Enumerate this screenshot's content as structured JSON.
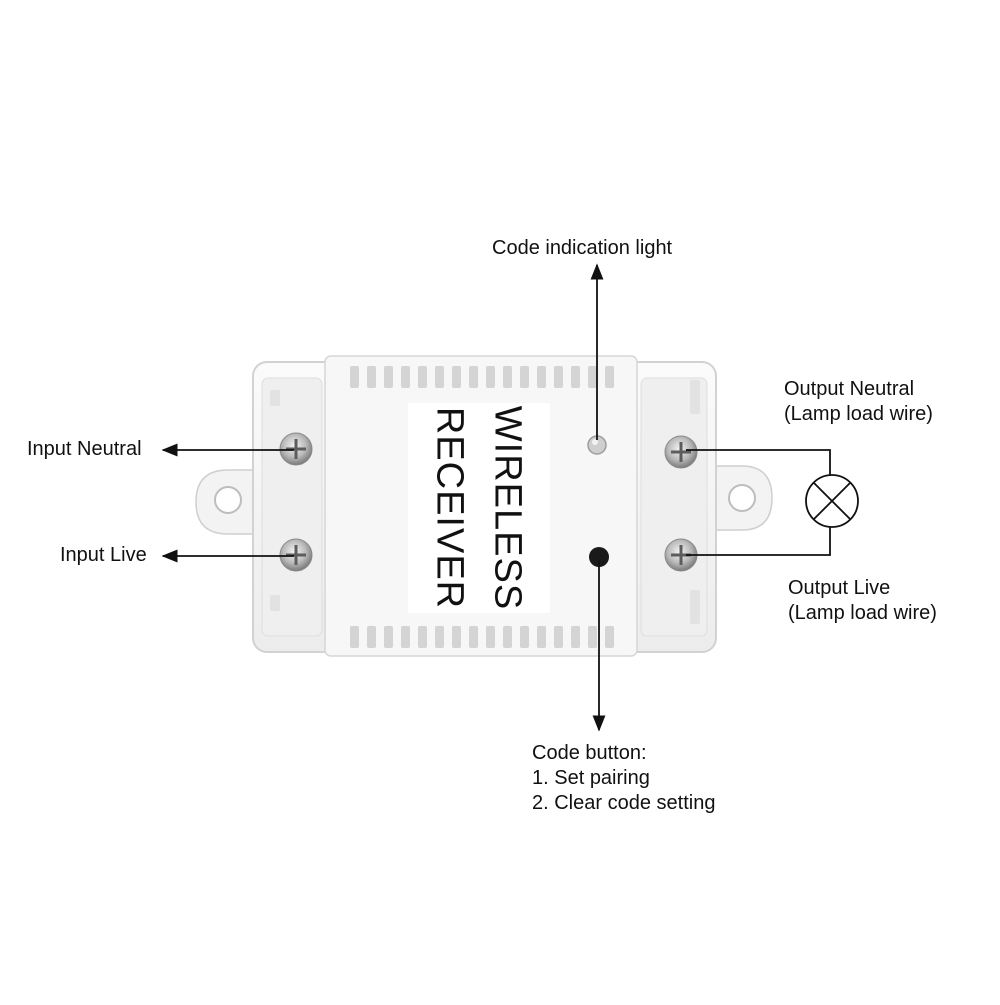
{
  "device": {
    "line1": "WIRELESS",
    "line2": "RECEIVER"
  },
  "labels": {
    "code_light": "Code indication light",
    "input_neutral": "Input Neutral",
    "input_live": "Input Live",
    "output_neutral_1": "Output Neutral",
    "output_neutral_2": "(Lamp load wire)",
    "output_live_1": "Output Live",
    "output_live_2": "(Lamp load wire)",
    "code_button_1": "Code button:",
    "code_button_2": "1. Set pairing",
    "code_button_3": "2. Clear code setting"
  },
  "colors": {
    "housing": "#f2f2f2",
    "housing_shadow": "#d9d9d9",
    "line": "#111111"
  }
}
